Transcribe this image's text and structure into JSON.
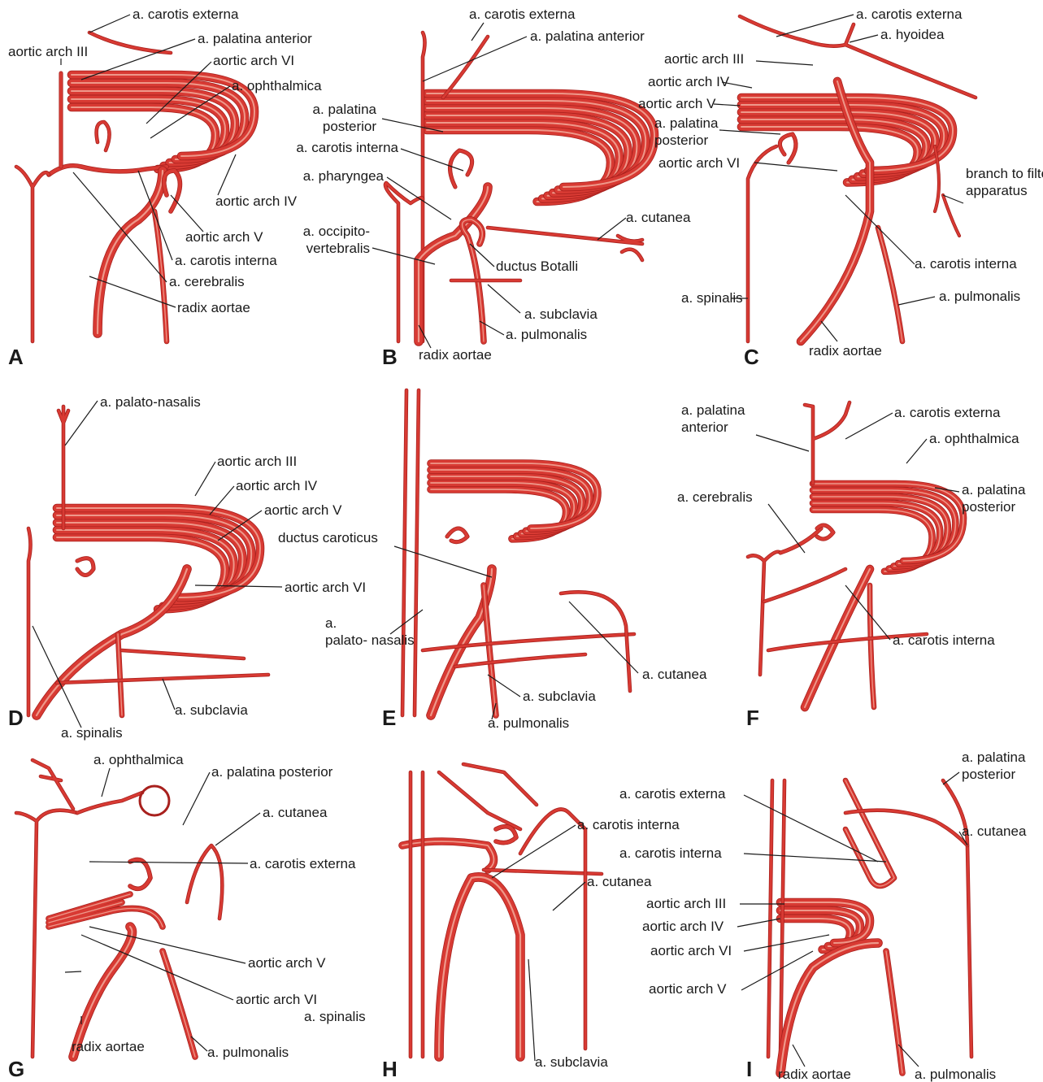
{
  "colors": {
    "vessel_dark": "#a8201d",
    "vessel": "#d83a33",
    "vessel_highlight": "#f5b8a8",
    "text": "#1a1a1a",
    "background": "#ffffff"
  },
  "panels": [
    {
      "letter": "A",
      "labels": [
        "a. carotis externa",
        "a. palatina anterior",
        "aortic arch III",
        "aortic arch VI",
        "a. ophthalmica",
        "aortic arch IV",
        "aortic arch V",
        "a. carotis interna",
        "a. cerebralis",
        "radix aortae"
      ]
    },
    {
      "letter": "B",
      "labels": [
        "a. carotis externa",
        "a. palatina anterior",
        "a. palatina posterior",
        "a. carotis interna",
        "a. pharyngea",
        "a. cutanea",
        "a. occipito- vertebralis",
        "ductus Botalli",
        "a. subclavia",
        "a. pulmonalis",
        "radix aortae"
      ]
    },
    {
      "letter": "C",
      "labels": [
        "a. carotis externa",
        "a. hyoidea",
        "aortic arch III",
        "aortic arch IV",
        "aortic arch V",
        "a. palatina posterior",
        "aortic arch VI",
        "branch to filter apparatus",
        "a. carotis interna",
        "a. spinalis",
        "a. pulmonalis",
        "radix aortae"
      ]
    },
    {
      "letter": "D",
      "labels": [
        "a. palato-nasalis",
        "aortic arch III",
        "aortic arch IV",
        "aortic arch V",
        "aortic arch VI",
        "a. subclavia",
        "a. spinalis"
      ]
    },
    {
      "letter": "E",
      "labels": [
        "ductus caroticus",
        "a. palato- nasalis",
        "a. cutanea",
        "a. subclavia",
        "a. pulmonalis"
      ]
    },
    {
      "letter": "F",
      "labels": [
        "a. palatina anterior",
        "a. carotis externa",
        "a. ophthalmica",
        "a. palatina posterior",
        "a. cerebralis",
        "a. carotis interna"
      ]
    },
    {
      "letter": "G",
      "labels": [
        "a. ophthalmica",
        "a. palatina posterior",
        "a. cutanea",
        "a. carotis externa",
        "aortic arch V",
        "aortic arch VI",
        "a. spinalis",
        "radix aortae",
        "a. pulmonalis"
      ]
    },
    {
      "letter": "H",
      "labels": [
        "a. carotis interna",
        "a. cutanea",
        "a. subclavia"
      ]
    },
    {
      "letter": "I",
      "labels": [
        "a. palatina posterior",
        "a. carotis externa",
        "a. cutanea",
        "a. carotis interna",
        "aortic arch III",
        "aortic arch IV",
        "aortic arch VI",
        "aortic arch V",
        "radix aortae",
        "a. pulmonalis"
      ]
    }
  ]
}
